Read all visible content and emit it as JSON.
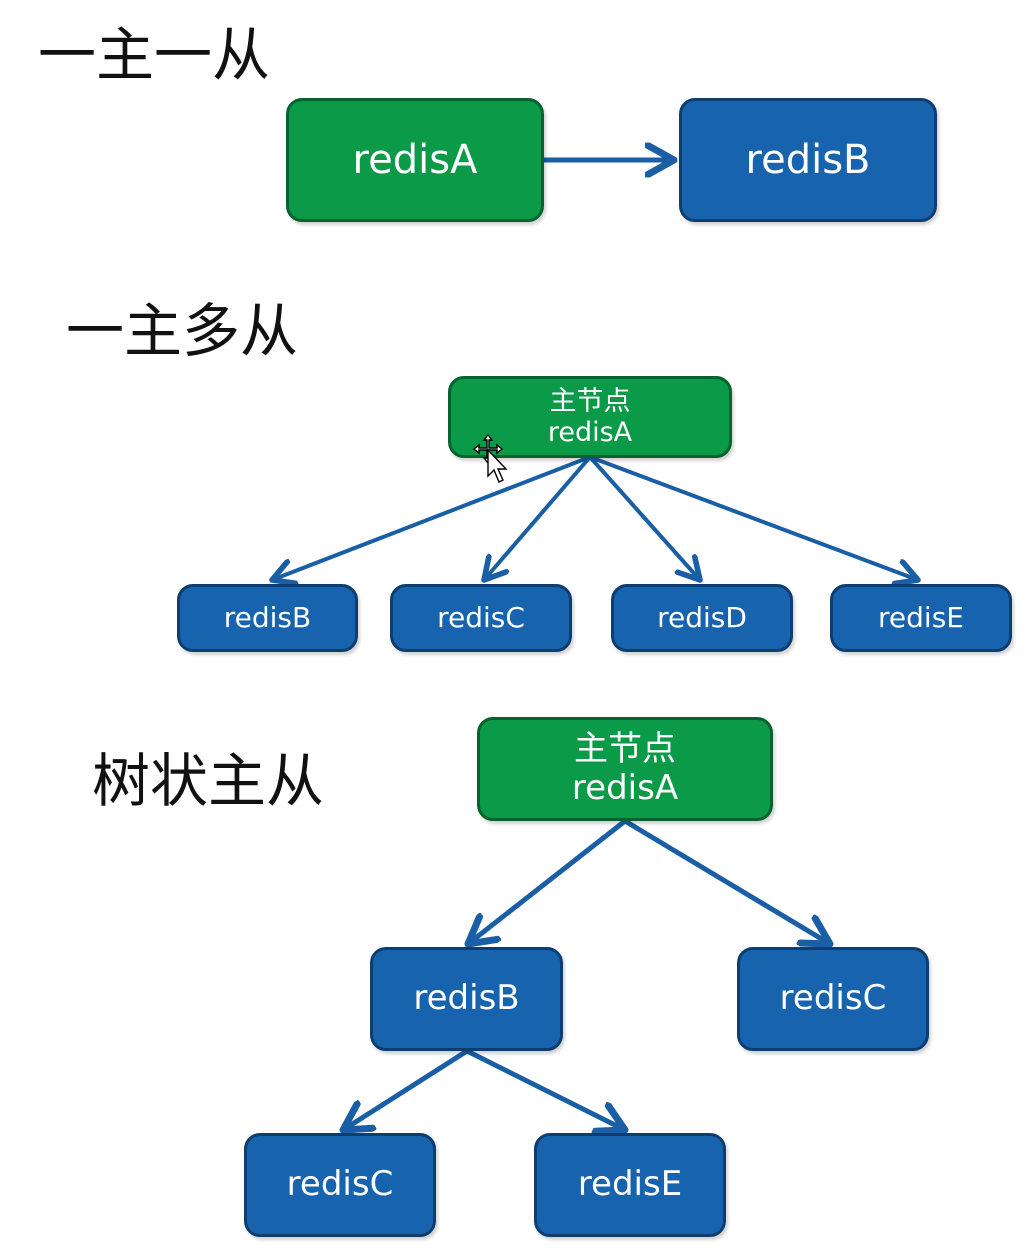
{
  "colors": {
    "master": "#0a9a48",
    "slave": "#1763ad",
    "edge": "#1a5fa5"
  },
  "sections": {
    "one_master_one_slave": {
      "title": "一主一从",
      "nodes": {
        "a": "redisA",
        "b": "redisB"
      }
    },
    "one_master_many_slaves": {
      "title": "一主多从",
      "master": {
        "role": "主节点",
        "name": "redisA"
      },
      "slaves": [
        "redisB",
        "redisC",
        "redisD",
        "redisE"
      ]
    },
    "tree_master_slave": {
      "title": "树状主从",
      "master": {
        "role": "主节点",
        "name": "redisA"
      },
      "level1": [
        "redisB",
        "redisC"
      ],
      "level2": [
        "redisC",
        "redisE"
      ]
    }
  },
  "cursor_icon": "move-cursor-icon"
}
